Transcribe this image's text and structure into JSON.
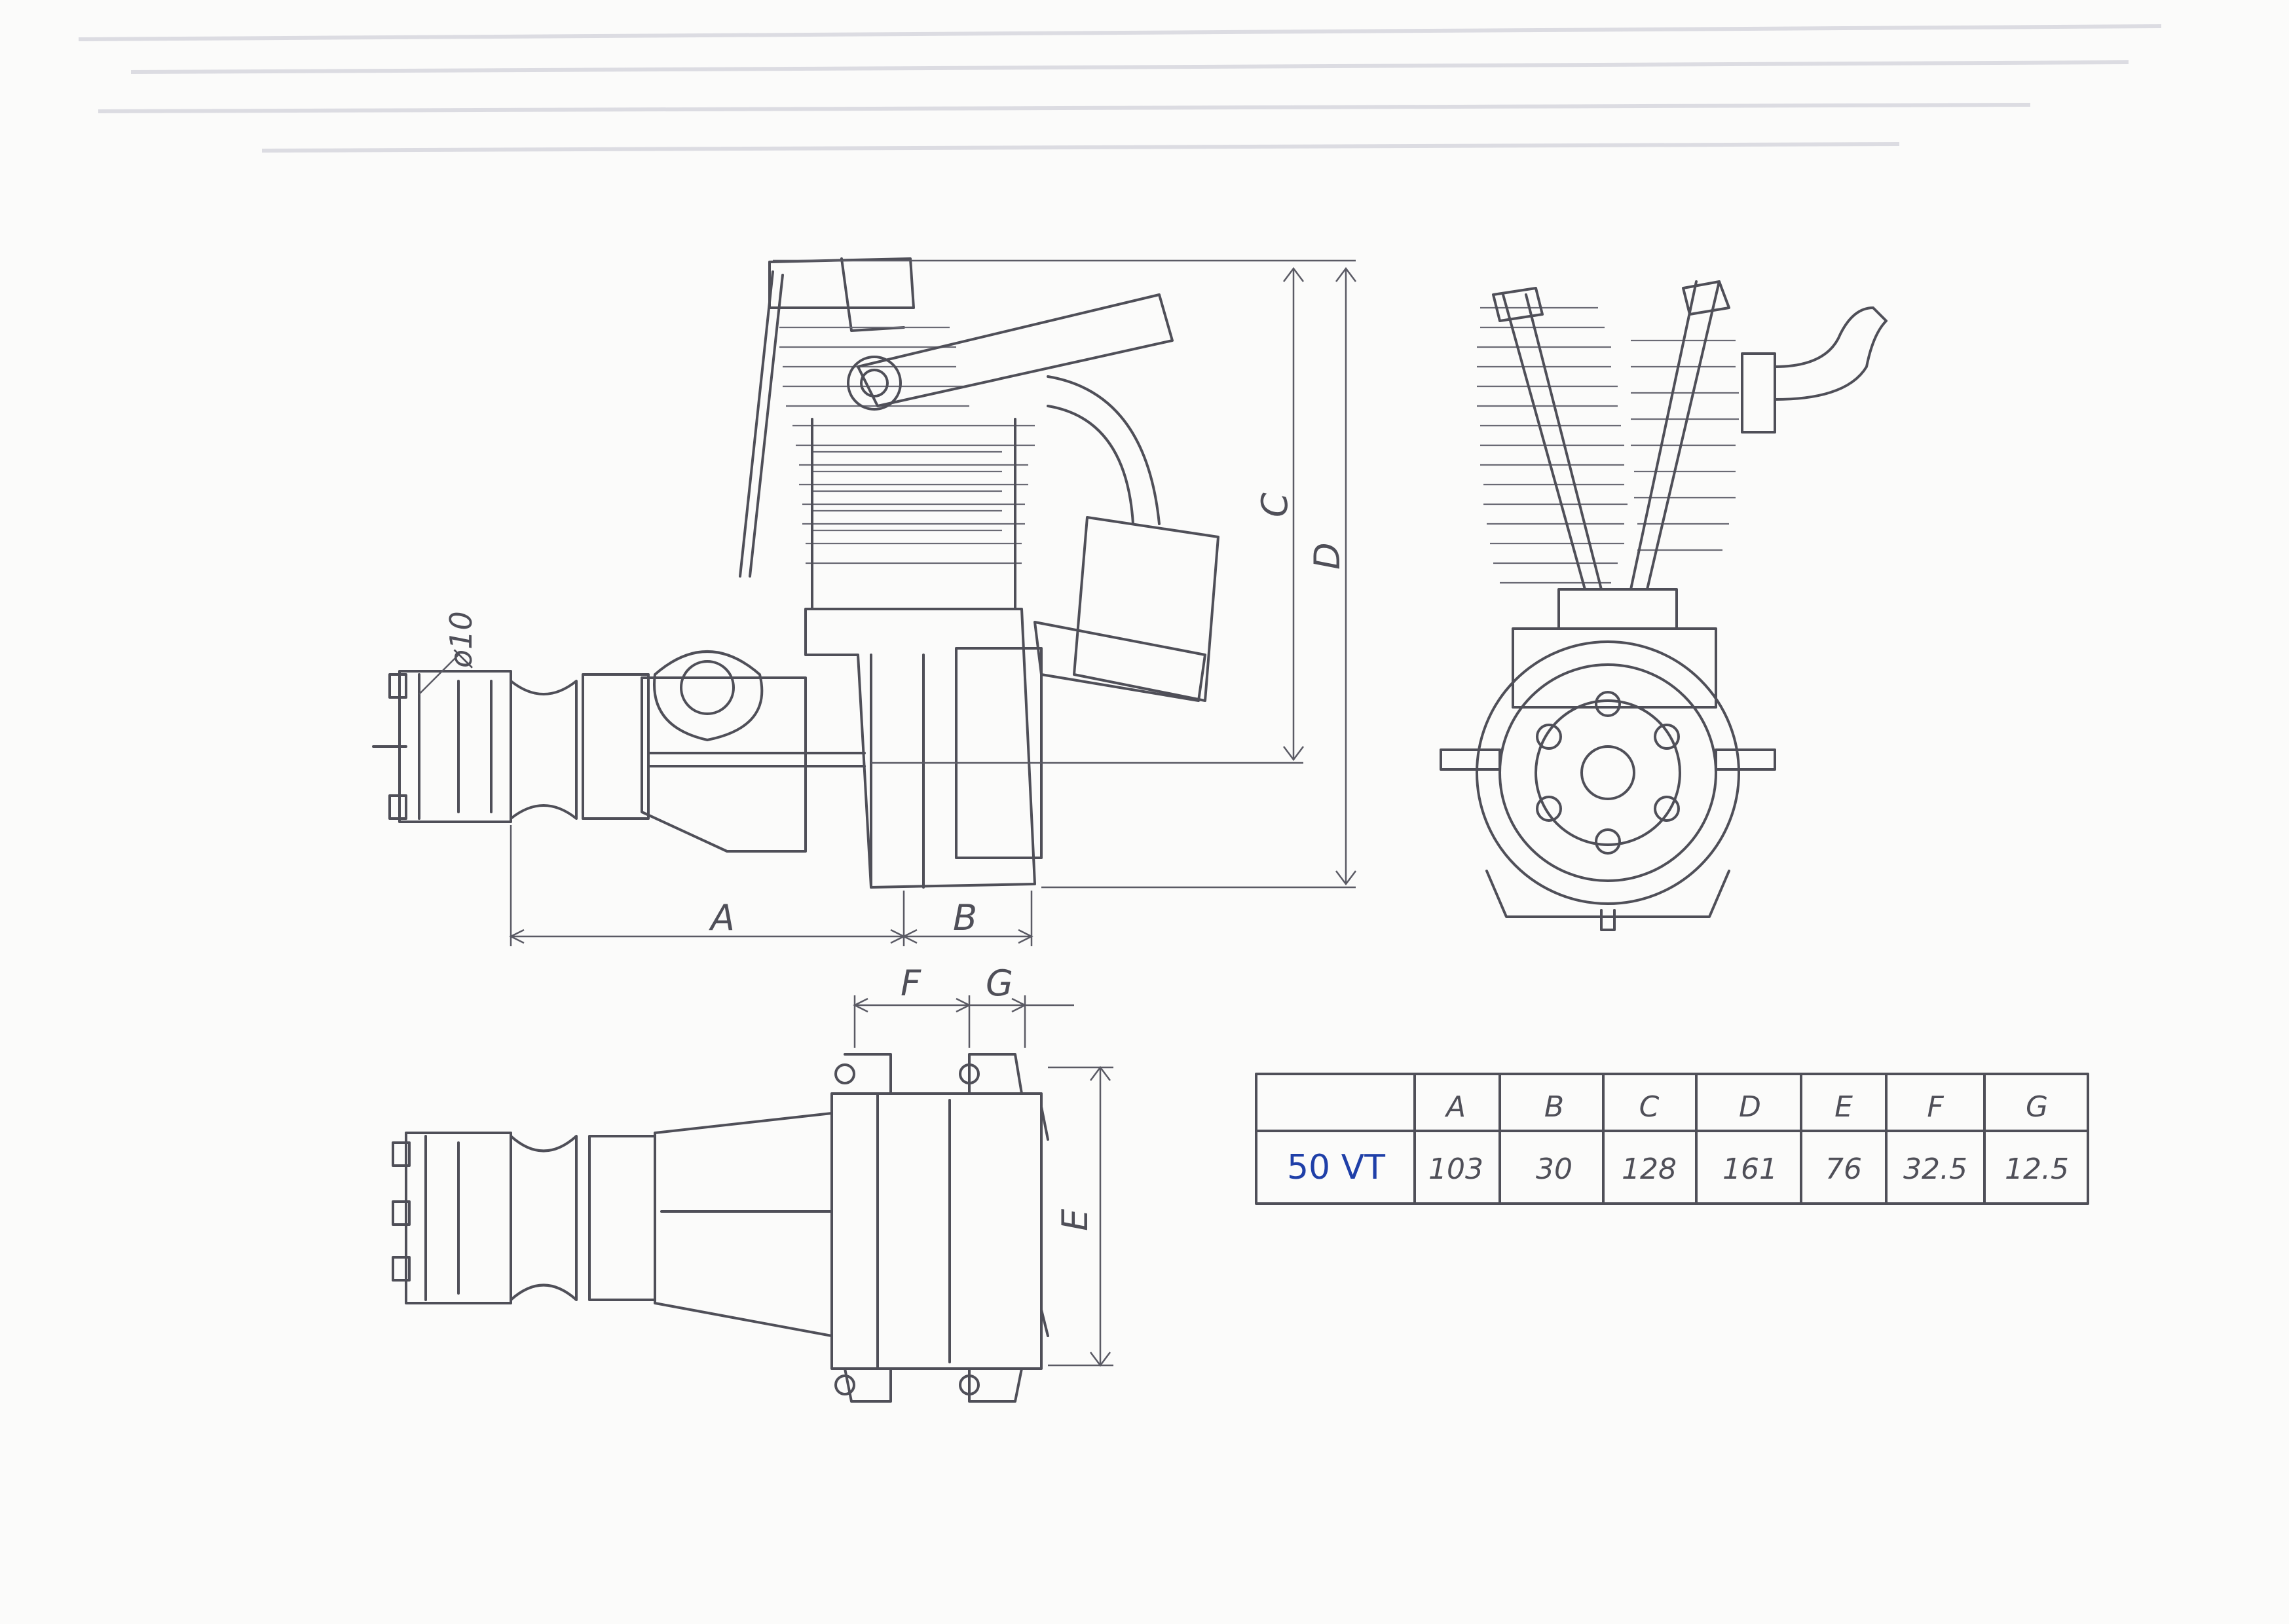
{
  "dimension_labels": {
    "A": "A",
    "B": "B",
    "C": "C",
    "D": "D",
    "E": "E",
    "F": "F",
    "G": "G",
    "shaft_diameter": "ø10"
  },
  "spec_table": {
    "headers": [
      "",
      "A",
      "B",
      "C",
      "D",
      "E",
      "F",
      "G"
    ],
    "rows": [
      {
        "model": "50 VT",
        "values": [
          "103",
          "30",
          "128",
          "161",
          "76",
          "32.5",
          "12.5"
        ]
      }
    ]
  },
  "colors": {
    "ink": "#4f4f58",
    "handwriting": "#1f3fa8",
    "paper": "#fbfbfa"
  }
}
